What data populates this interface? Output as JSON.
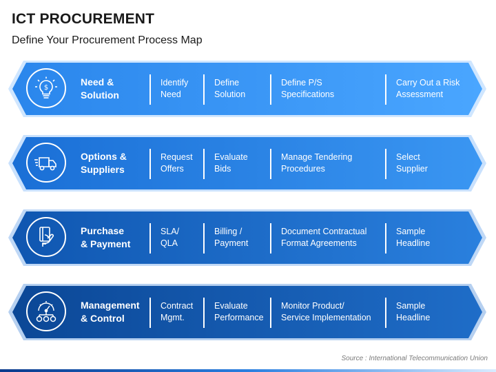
{
  "title": "ICT PROCUREMENT",
  "subtitle": "Define Your Procurement Process Map",
  "rows": [
    {
      "title_line1": "Need &",
      "title_line2": "Solution",
      "icon": "lightbulb-dollar-icon",
      "color": "#2f8ff0",
      "steps": [
        {
          "line1": "Identify",
          "line2": "Need"
        },
        {
          "line1": "Define",
          "line2": "Solution"
        },
        {
          "line1": "Define P/S",
          "line2": "Specifications"
        },
        {
          "line1": "Carry Out a Risk",
          "line2": "Assessment"
        }
      ]
    },
    {
      "title_line1": "Options &",
      "title_line2": "Suppliers",
      "icon": "delivery-truck-icon",
      "color": "#1e78dc",
      "steps": [
        {
          "line1": "Request",
          "line2": "Offers"
        },
        {
          "line1": "Evaluate",
          "line2": "Bids"
        },
        {
          "line1": "Manage Tendering",
          "line2": "Procedures"
        },
        {
          "line1": "Select",
          "line2": "Supplier"
        }
      ]
    },
    {
      "title_line1": "Purchase",
      "title_line2": "& Payment",
      "icon": "card-payment-icon",
      "color": "#1463c2",
      "steps": [
        {
          "line1": "SLA/",
          "line2": "QLA"
        },
        {
          "line1": "Billing /",
          "line2": "Payment"
        },
        {
          "line1": "Document Contractual",
          "line2": "Format Agreements"
        },
        {
          "line1": "Sample",
          "line2": "Headline"
        }
      ]
    },
    {
      "title_line1": "Management",
      "title_line2": "& Control",
      "icon": "gauge-control-icon",
      "color": "#0f4fa6",
      "steps": [
        {
          "line1": "Contract",
          "line2": "Mgmt."
        },
        {
          "line1": "Evaluate",
          "line2": "Performance"
        },
        {
          "line1": "Monitor Product/",
          "line2": "Service Implementation"
        },
        {
          "line1": "Sample",
          "line2": "Headline"
        }
      ]
    }
  ],
  "source": "Source : International Telecommunication Union"
}
